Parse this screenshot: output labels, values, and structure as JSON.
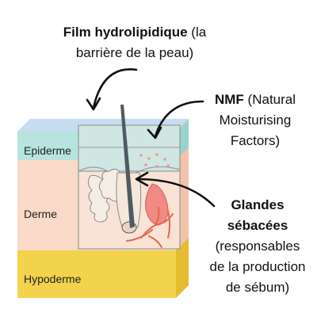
{
  "labels": {
    "film_bold": "Film hydrolipidique",
    "film_rest": "(la",
    "film_line2": "barrière de la peau)",
    "nmf_bold": "NMF",
    "nmf_rest": "(Natural",
    "nmf_line2": "Moisturising",
    "nmf_line3": "Factors)",
    "gl_line1": "Glandes",
    "gl_line2": "sébacées",
    "gl_line3": "(responsables",
    "gl_line4": "de la production",
    "gl_line5": "de sébum)"
  },
  "layers": {
    "epiderme": "Epiderme",
    "derme": "Derme",
    "hypoderme": "Hypoderme"
  },
  "colors": {
    "epiderme": "#b7e4df",
    "derme": "#f9d9c7",
    "hypoderme": "#f2d34b",
    "sebaceous": "#f08a83",
    "hair": "#4e5b62",
    "arrow": "#111111"
  }
}
